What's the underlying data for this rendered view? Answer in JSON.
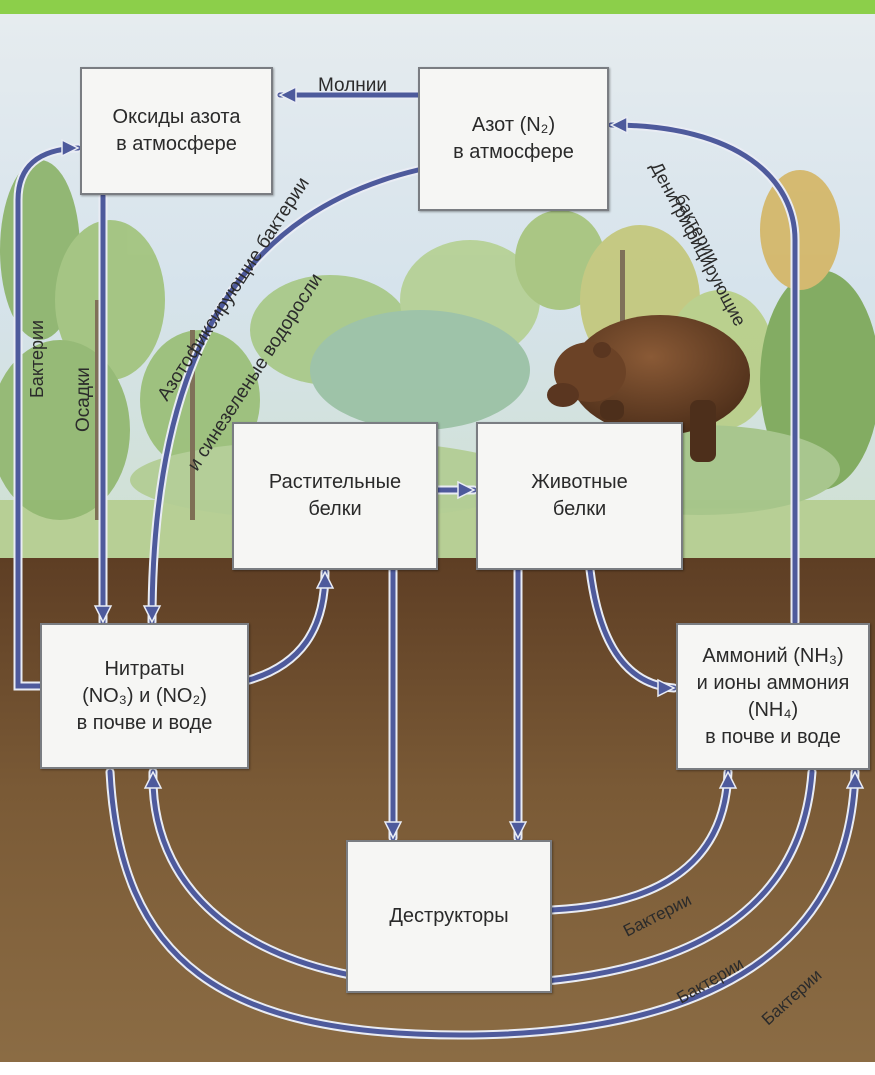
{
  "boxes": {
    "oxides": {
      "line1": "Оксиды азота",
      "line2": "в атмосфере"
    },
    "nitrogen": {
      "line1": "Азот (N₂)",
      "line2": "в атмосфере"
    },
    "plant_proteins": {
      "line1": "Растительные",
      "line2": "белки"
    },
    "animal_proteins": {
      "line1": "Животные",
      "line2": "белки"
    },
    "nitrates": {
      "line1": "Нитраты",
      "line2": "(NO₃) и (NO₂)",
      "line3": "в почве и воде"
    },
    "ammonium": {
      "line1": "Аммоний (NH₃)",
      "line2": "и ионы аммония",
      "line3": "(NH₄)",
      "line4": "в почве и воде"
    },
    "decomposers": {
      "line1": "Деструкторы"
    }
  },
  "labels": {
    "lightning": "Молнии",
    "bacteria_left": "Бактерии",
    "precipitation": "Осадки",
    "nitrogen_fixing": "Азотофиксирующие бактерии",
    "blue_green_algae": "и синезеленые водоросли",
    "denitrifying_1": "Денитрифицирующие",
    "denitrifying_2": "бактерии",
    "bacteria_1": "Бактерии",
    "bacteria_2": "Бактерии",
    "bacteria_3": "Бактерии"
  },
  "colors": {
    "arrow": "#4e5a9c",
    "arrow_edge": "#e9ecf4",
    "sky": "#d9e6ef",
    "grass": "#a9c78a",
    "soil": "#6b4a2c",
    "frame": "#8ccf4a",
    "box_fill": "#f6f6f4"
  }
}
